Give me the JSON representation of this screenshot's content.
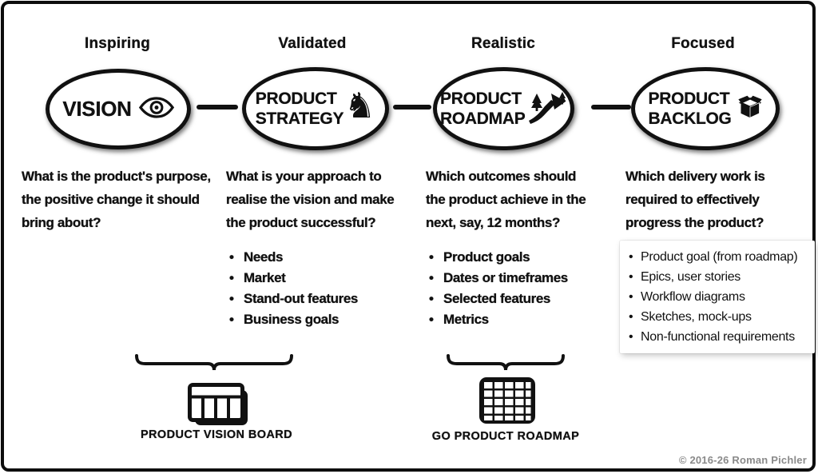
{
  "columns": [
    {
      "quality": "Inspiring",
      "ellipse": {
        "title": "VISION",
        "icon": "eye-icon"
      },
      "question": "What is the product's purpose,\nthe positive change it should\nbring about?",
      "bullets": []
    },
    {
      "quality": "Validated",
      "ellipse": {
        "title": "PRODUCT STRATEGY",
        "icon": "chess-knight-icon",
        "glyph": "♞"
      },
      "question": "What is your approach to\nrealise the vision and make\nthe product successful?",
      "bullets": [
        "Needs",
        "Market",
        "Stand-out features",
        "Business goals"
      ]
    },
    {
      "quality": "Realistic",
      "ellipse": {
        "title": "PRODUCT ROADMAP",
        "icon": "winding-road-icon"
      },
      "question": "Which outcomes should\nthe product achieve in the\nnext, say, 12 months?",
      "bullets": [
        "Product goals",
        "Dates or timeframes",
        "Selected features",
        "Metrics"
      ]
    },
    {
      "quality": "Focused",
      "ellipse": {
        "title": "PRODUCT BACKLOG",
        "icon": "package-box-icon"
      },
      "question": "Which delivery work is\nrequired to effectively\nprogress the product?",
      "bullets": [
        "Product goal (from roadmap)",
        "Epics, user stories",
        "Workflow diagrams",
        "Sketches, mock-ups",
        "Non-functional requirements"
      ],
      "highlighted": true
    }
  ],
  "tools": [
    {
      "label": "PRODUCT VISION BOARD",
      "icon": "vision-board-icon"
    },
    {
      "label": "GO PRODUCT ROADMAP",
      "icon": "roadmap-grid-icon"
    }
  ],
  "copyright": "© 2016-26 Roman Pichler",
  "colors": {
    "ink": "#111111",
    "background": "#ffffff",
    "highlight_panel": "#ffffff",
    "copyright_text": "#8a8a8a"
  }
}
